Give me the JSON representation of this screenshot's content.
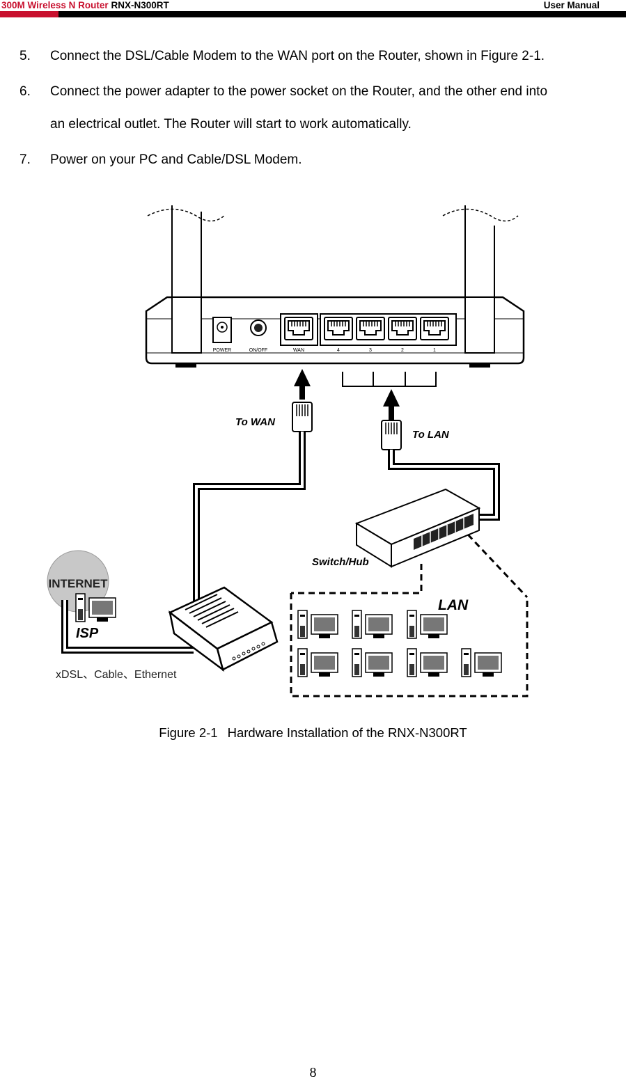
{
  "header": {
    "product_red": "300M Wireless N Router",
    "model": "RNX-N300RT",
    "doc_type": "User Manual"
  },
  "steps": [
    {
      "num": "5.",
      "text": "Connect the DSL/Cable Modem to the WAN port on the Router, shown in Figure 2-1."
    },
    {
      "num": "6.",
      "text": "Connect the power adapter to the power socket on the Router, and the other end into"
    },
    {
      "num": "",
      "text": "an electrical outlet. The Router will start to work automatically."
    },
    {
      "num": "7.",
      "text": "Power on your PC and Cable/DSL Modem."
    }
  ],
  "figure": {
    "port_labels": {
      "power": "POWER",
      "onoff": "ON/OFF",
      "wan": "WAN",
      "lan4": "4",
      "lan3": "3",
      "lan2": "2",
      "lan1": "1"
    },
    "to_wan": "To WAN",
    "to_lan": "To LAN",
    "switch_hub": "Switch/Hub",
    "internet": "INTERNET",
    "isp": "ISP",
    "lan": "LAN",
    "modem_types": "xDSL、Cable、Ethernet"
  },
  "caption": {
    "number": "Figure 2-1",
    "title": "Hardware Installation of the RNX-N300RT"
  },
  "page_number": "8"
}
